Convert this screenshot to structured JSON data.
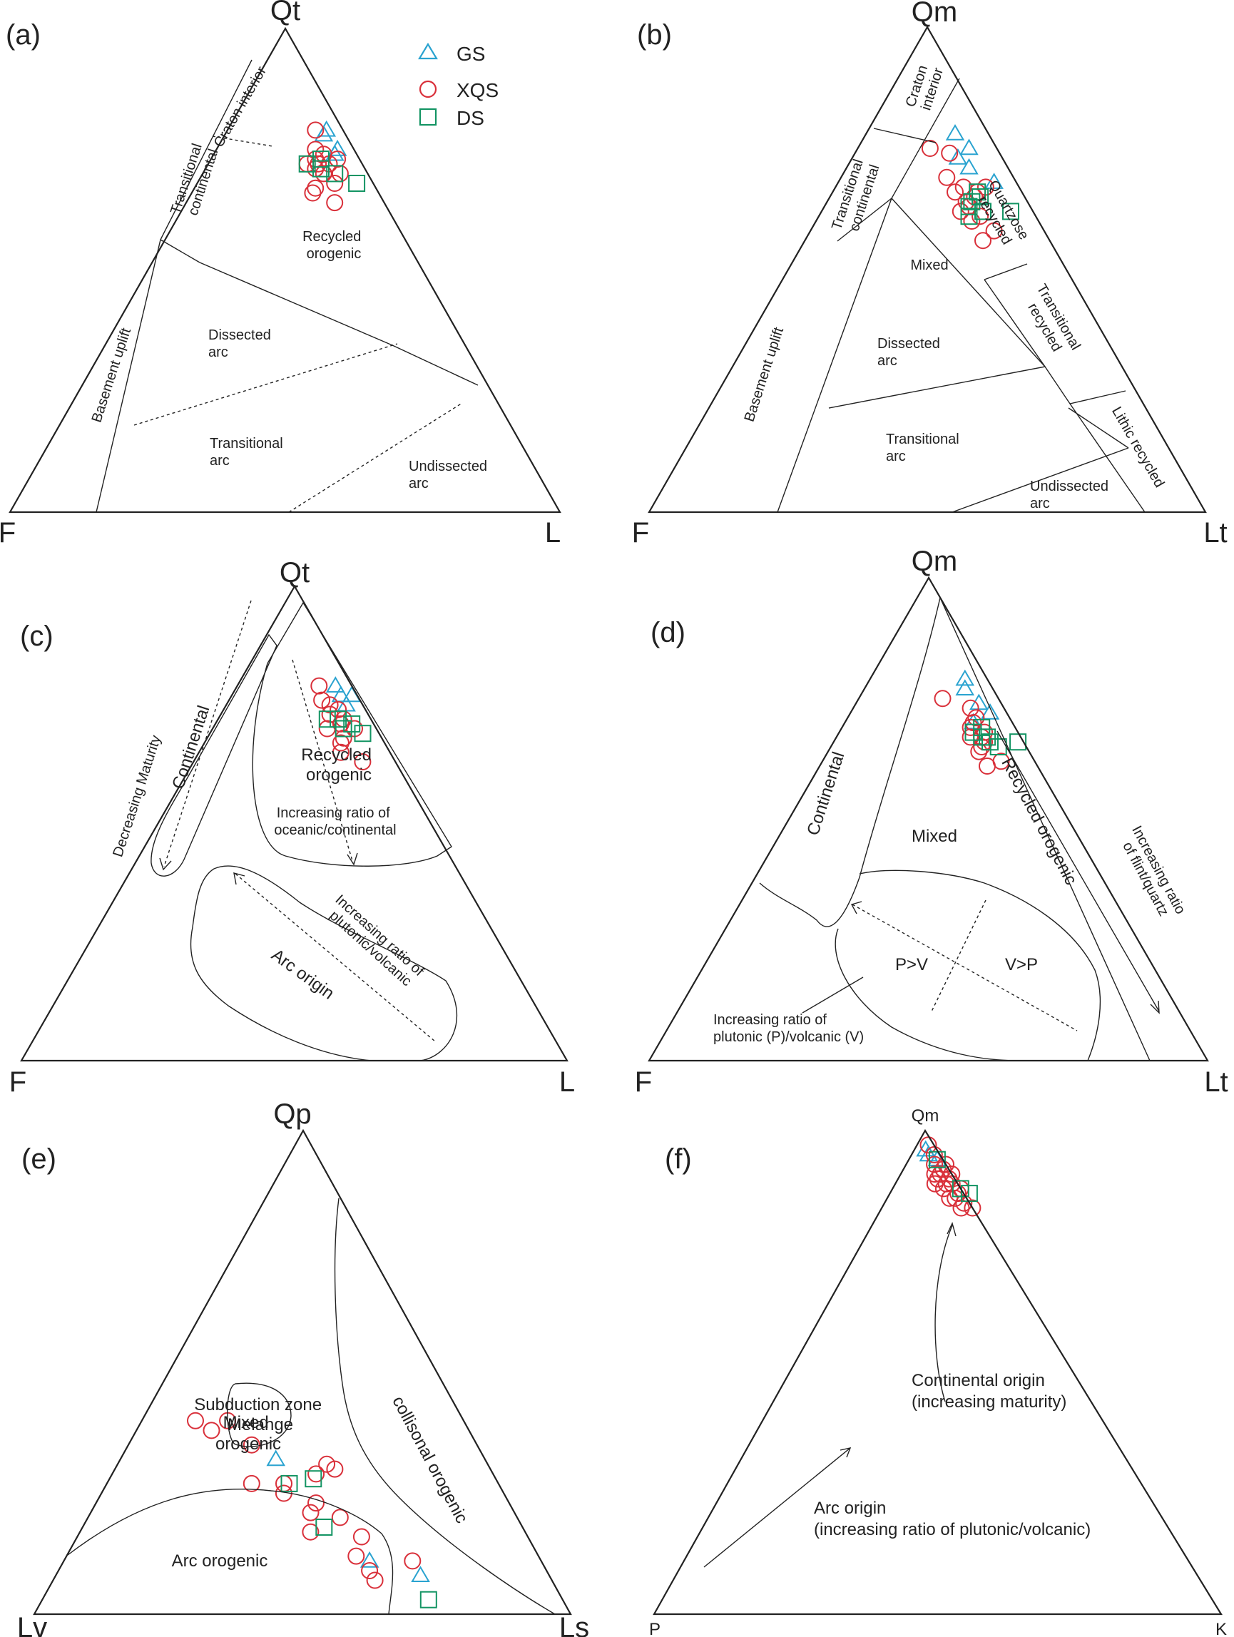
{
  "colors": {
    "GS": "#2aa3d0",
    "XQS": "#d9303a",
    "DS": "#139463",
    "line": "#222222"
  },
  "legend": [
    {
      "name": "GS",
      "shape": "triangle"
    },
    {
      "name": "XQS",
      "shape": "circle"
    },
    {
      "name": "DS",
      "shape": "square"
    }
  ],
  "panels": {
    "a": {
      "label": "(a)",
      "vertices": {
        "top": "Qt",
        "left": "F",
        "right": "L"
      },
      "regions": {
        "craton": "Craton interior",
        "transitional_continental": [
          "Transitional",
          "continental"
        ],
        "recycled": [
          "Recycled",
          "orogenic"
        ],
        "basement": "Basement uplift",
        "dissected": [
          "Dissected",
          "arc"
        ],
        "transitional_arc": [
          "Transitional",
          "arc"
        ],
        "undissected": [
          "Undissected",
          "arc"
        ]
      }
    },
    "b": {
      "label": "(b)",
      "vertices": {
        "top": "Qm",
        "left": "F",
        "right": "Lt"
      },
      "regions": {
        "craton": [
          "Craton",
          "interior"
        ],
        "transitional_continental": [
          "Transitional",
          "continental"
        ],
        "quartzose": [
          "Quartzose",
          "recycled"
        ],
        "mixed": "Mixed",
        "transitional_recycled": [
          "Transitional",
          "recycled"
        ],
        "basement": "Basement uplift",
        "dissected": [
          "Dissected",
          "arc"
        ],
        "lithic": "Lithic recycled",
        "transitional_arc": [
          "Transitional",
          "arc"
        ],
        "undissected": [
          "Undissected",
          "arc"
        ]
      }
    },
    "c": {
      "label": "(c)",
      "vertices": {
        "top": "Qt",
        "left": "F",
        "right": "L"
      },
      "regions": {
        "recycled": [
          "Recycled",
          "orogenic"
        ],
        "continental": "Continental",
        "maturity": "Decreasing Maturity",
        "oceanic": [
          "Increasing ratio of",
          "oceanic/continental"
        ],
        "arc": "Arc origin",
        "plutonic": [
          "Increasing ratio of",
          "plutonic/volcanic"
        ]
      }
    },
    "d": {
      "label": "(d)",
      "vertices": {
        "top": "Qm",
        "left": "F",
        "right": "Lt"
      },
      "regions": {
        "continental": "Continental",
        "mixed": "Mixed",
        "recycled": "Recycled orogenic",
        "flint": [
          "Increasing ratio",
          "of flint/quartz"
        ],
        "pv": "P>V",
        "vp": "V>P",
        "plutonic": [
          "Increasing ratio of",
          "plutonic (P)/volcanic (V)"
        ]
      }
    },
    "e": {
      "label": "(e)",
      "vertices": {
        "top": "Qp",
        "left": "Lv",
        "right": "Ls"
      },
      "regions": {
        "subduction": [
          "Subduction zone",
          "Melange"
        ],
        "mixed": [
          "Mixed",
          "orogenic"
        ],
        "collisional": "collisonal orogenic",
        "arc": "Arc orogenic"
      }
    },
    "f": {
      "label": "(f)",
      "vertices": {
        "top": "Qm",
        "left": "P",
        "right": "K"
      },
      "regions": {
        "continental": [
          "Continental origin",
          "(increasing maturity)"
        ],
        "arc": [
          "Arc origin",
          "(increasing ratio of plutonic/volcanic)"
        ]
      }
    }
  },
  "chart_data": [
    {
      "panel": "(a)",
      "type": "scatter",
      "axes": [
        "Qt",
        "F",
        "L"
      ],
      "series": [
        {
          "name": "GS",
          "points": [
            [
              78,
              4,
              18
            ],
            [
              79,
              3,
              18
            ],
            [
              74,
              4,
              22
            ],
            [
              75,
              3,
              22
            ]
          ]
        },
        {
          "name": "XQS",
          "points": [
            [
              79,
              5,
              16
            ],
            [
              75,
              7,
              18
            ],
            [
              73,
              8,
              19
            ],
            [
              72,
              10,
              18
            ],
            [
              71,
              9,
              20
            ],
            [
              74,
              6,
              20
            ],
            [
              72,
              6,
              22
            ],
            [
              70,
              8,
              22
            ],
            [
              68,
              7,
              25
            ],
            [
              67,
              11,
              22
            ],
            [
              64,
              9,
              27
            ],
            [
              70,
              5,
              25
            ],
            [
              73,
              4,
              23
            ],
            [
              72,
              8,
              20
            ],
            [
              66,
              12,
              22
            ]
          ]
        },
        {
          "name": "DS",
          "points": [
            [
              72,
              10,
              18
            ],
            [
              71,
              8,
              21
            ],
            [
              70,
              6,
              24
            ],
            [
              68,
              3,
              29
            ],
            [
              73,
              7,
              20
            ]
          ]
        }
      ]
    },
    {
      "panel": "(b)",
      "type": "scatter",
      "axes": [
        "Qm",
        "F",
        "Lt"
      ],
      "series": [
        {
          "name": "GS",
          "points": [
            [
              78,
              6,
              16
            ],
            [
              75,
              5,
              20
            ],
            [
              71,
              7,
              22
            ],
            [
              68,
              4,
              28
            ],
            [
              73,
              8,
              19
            ]
          ]
        },
        {
          "name": "XQS",
          "points": [
            [
              75,
              12,
              13
            ],
            [
              74,
              9,
              17
            ],
            [
              69,
              12,
              19
            ],
            [
              67,
              10,
              23
            ],
            [
              66,
              12,
              22
            ],
            [
              65,
              9,
              26
            ],
            [
              64,
              11,
              25
            ],
            [
              62,
              13,
              25
            ],
            [
              61,
              10,
              29
            ],
            [
              60,
              12,
              28
            ],
            [
              58,
              9,
              33
            ],
            [
              56,
              12,
              32
            ],
            [
              66,
              8,
              26
            ],
            [
              67,
              6,
              27
            ],
            [
              63,
              11,
              26
            ]
          ]
        },
        {
          "name": "DS",
          "points": [
            [
              66,
              8,
              26
            ],
            [
              64,
              10,
              26
            ],
            [
              63,
              11,
              26
            ],
            [
              62,
              9,
              29
            ],
            [
              61,
              12,
              27
            ],
            [
              62,
              4,
              34
            ],
            [
              65,
              8,
              27
            ]
          ]
        }
      ]
    },
    {
      "panel": "(c)",
      "type": "scatter",
      "axes": [
        "Qt",
        "F",
        "L"
      ],
      "series": [
        {
          "name": "GS",
          "points": [
            [
              79,
              3,
              18
            ],
            [
              77,
              3,
              20
            ],
            [
              77,
              1,
              22
            ],
            [
              75,
              3,
              22
            ]
          ]
        },
        {
          "name": "XQS",
          "points": [
            [
              79,
              6,
              15
            ],
            [
              76,
              7,
              17
            ],
            [
              75,
              6,
              19
            ],
            [
              74,
              5,
              21
            ],
            [
              73,
              7,
              20
            ],
            [
              72,
              5,
              23
            ],
            [
              71,
              6,
              23
            ],
            [
              70,
              9,
              21
            ],
            [
              70,
              4,
              26
            ],
            [
              68,
              7,
              25
            ],
            [
              67,
              8,
              25
            ],
            [
              65,
              9,
              26
            ],
            [
              63,
              6,
              31
            ]
          ]
        },
        {
          "name": "DS",
          "points": [
            [
              72,
              8,
              20
            ],
            [
              71,
              4,
              25
            ],
            [
              70,
              6,
              24
            ],
            [
              69,
              3,
              28
            ],
            [
              72,
              6,
              22
            ]
          ]
        }
      ]
    },
    {
      "panel": "(d)",
      "type": "scatter",
      "axes": [
        "Qm",
        "F",
        "Lt"
      ],
      "series": [
        {
          "name": "GS",
          "points": [
            [
              79,
              4,
              17
            ],
            [
              77,
              5,
              18
            ],
            [
              72,
              3,
              25
            ],
            [
              70,
              7,
              23
            ],
            [
              74,
              4,
              22
            ]
          ]
        },
        {
          "name": "XQS",
          "points": [
            [
              75,
              10,
              15
            ],
            [
              73,
              6,
              21
            ],
            [
              71,
              6,
              23
            ],
            [
              70,
              7,
              23
            ],
            [
              69,
              8,
              23
            ],
            [
              68,
              6,
              26
            ],
            [
              67,
              7,
              26
            ],
            [
              66,
              7,
              27
            ],
            [
              64,
              9,
              27
            ],
            [
              62,
              6,
              32
            ],
            [
              61,
              9,
              30
            ],
            [
              67,
              9,
              24
            ],
            [
              65,
              8,
              27
            ]
          ]
        },
        {
          "name": "DS",
          "points": [
            [
              69,
              6,
              25
            ],
            [
              68,
              8,
              24
            ],
            [
              67,
              7,
              26
            ],
            [
              66,
              6,
              28
            ],
            [
              65,
              5,
              30
            ],
            [
              66,
              1,
              33
            ],
            [
              67,
              6,
              27
            ]
          ]
        }
      ]
    },
    {
      "panel": "(e)",
      "type": "scatter",
      "axes": [
        "Qp",
        "Lv",
        "Ls"
      ],
      "series": [
        {
          "name": "GS",
          "points": [
            [
              32,
              39,
              29
            ],
            [
              11,
              32,
              57
            ],
            [
              8,
              24,
              68
            ]
          ]
        },
        {
          "name": "XQS",
          "points": [
            [
              40,
              50,
              10
            ],
            [
              38,
              48,
              14
            ],
            [
              40,
              44,
              16
            ],
            [
              35,
              42,
              23
            ],
            [
              27,
              46,
              27
            ],
            [
              25,
              41,
              34
            ],
            [
              27,
              40,
              33
            ],
            [
              21,
              38,
              41
            ],
            [
              23,
              36,
              41
            ],
            [
              29,
              33,
              38
            ],
            [
              30,
              29,
              41
            ],
            [
              31,
              30,
              39
            ],
            [
              17,
              40,
              43
            ],
            [
              20,
              33,
              47
            ],
            [
              12,
              34,
              54
            ],
            [
              9,
              33,
              58
            ],
            [
              7,
              33,
              60
            ],
            [
              11,
              24,
              65
            ],
            [
              16,
              31,
              53
            ]
          ]
        },
        {
          "name": "DS",
          "points": [
            [
              27,
              39,
              34
            ],
            [
              28,
              34,
              38
            ],
            [
              18,
              37,
              45
            ],
            [
              3,
              25,
              72
            ]
          ]
        }
      ]
    },
    {
      "panel": "(f)",
      "type": "scatter",
      "axes": [
        "Qm",
        "P",
        "K"
      ],
      "series": [
        {
          "name": "GS",
          "points": [
            [
              96,
              2,
              2
            ],
            [
              95,
              2,
              3
            ],
            [
              94,
              1,
              5
            ]
          ]
        },
        {
          "name": "XQS",
          "points": [
            [
              97,
              1,
              2
            ],
            [
              95,
              1,
              4
            ],
            [
              93,
              2,
              5
            ],
            [
              92,
              1,
              7
            ],
            [
              91,
              2,
              7
            ],
            [
              90,
              1,
              9
            ],
            [
              89,
              2,
              9
            ],
            [
              88,
              3,
              9
            ],
            [
              87,
              1,
              12
            ],
            [
              86,
              2,
              12
            ],
            [
              85,
              1,
              14
            ],
            [
              84,
              2,
              14
            ],
            [
              89,
              1,
              10
            ],
            [
              91,
              0,
              9
            ],
            [
              88,
              0,
              12
            ],
            [
              89,
              4,
              7
            ],
            [
              91,
              3,
              6
            ],
            [
              84,
              0,
              16
            ],
            [
              86,
              3,
              11
            ],
            [
              90,
              3,
              7
            ],
            [
              93,
              0,
              7
            ]
          ]
        },
        {
          "name": "DS",
          "points": [
            [
              94,
              1,
              5
            ],
            [
              88,
              0,
              12
            ],
            [
              87,
              -1,
              14
            ]
          ]
        }
      ]
    }
  ]
}
